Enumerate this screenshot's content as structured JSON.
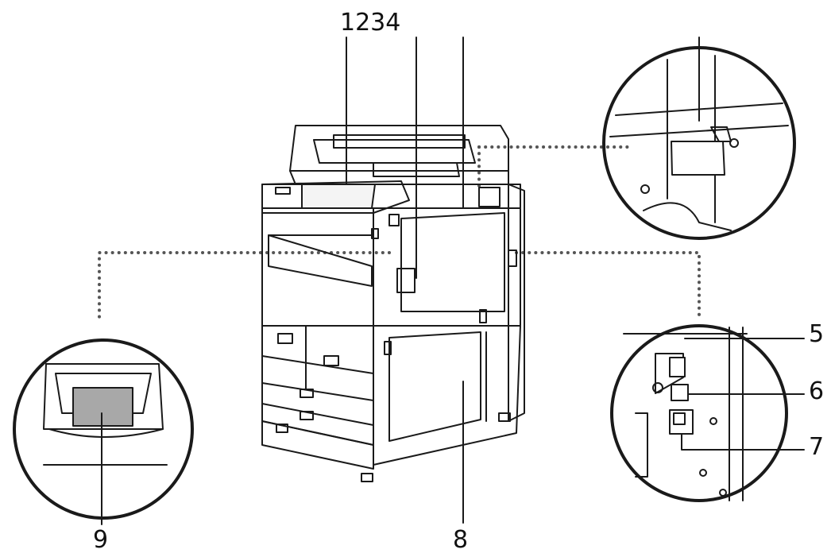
{
  "labels": {
    "top": "1234",
    "n5": "5",
    "n6": "6",
    "n7": "7",
    "n8": "8",
    "n9": "9"
  },
  "colors": {
    "line": "#1a1a1a",
    "dotted": "#555555",
    "gray_fill": "#a8a8a8"
  }
}
